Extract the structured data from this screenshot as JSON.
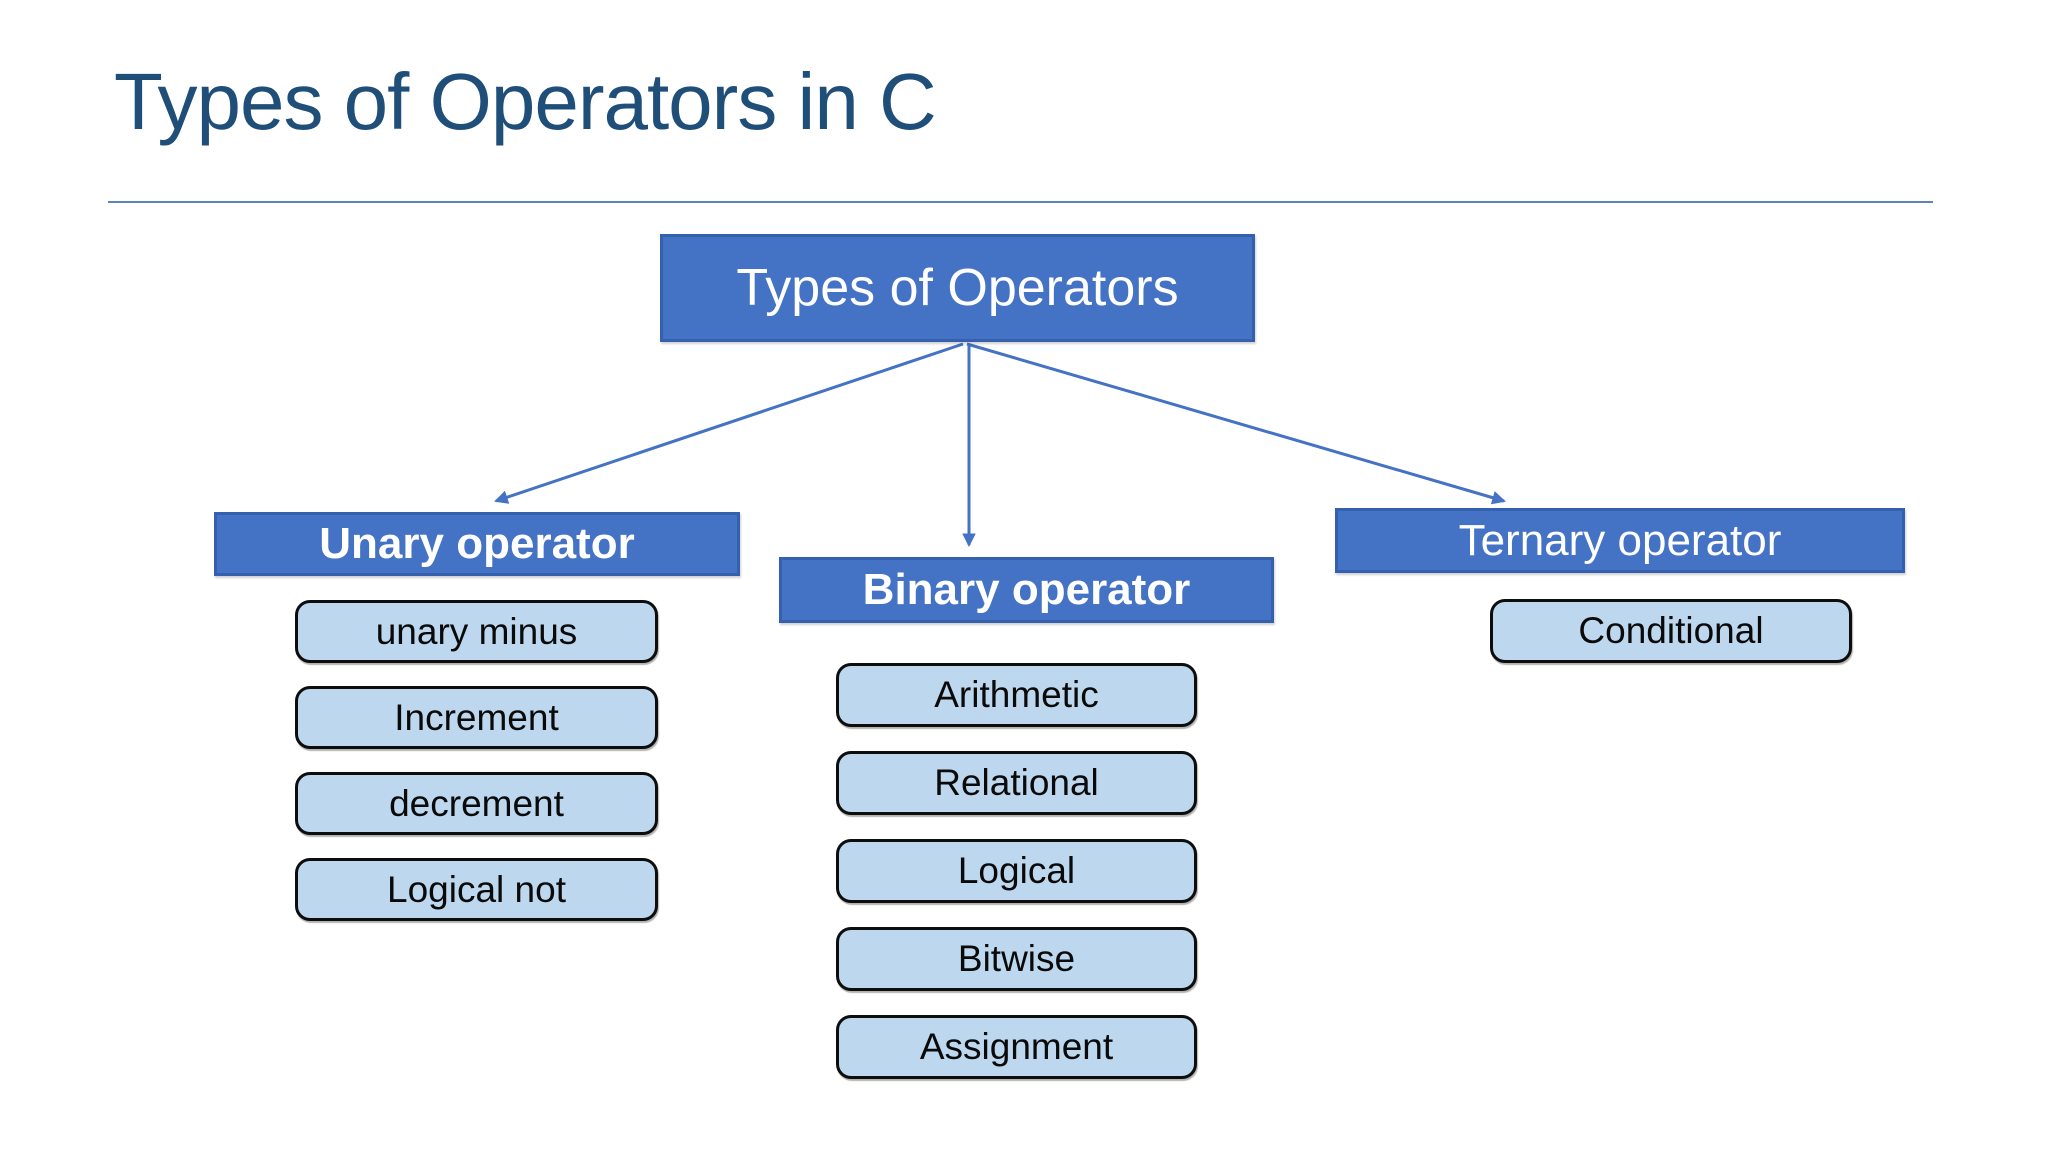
{
  "title": {
    "text": "Types of Operators in C"
  },
  "colors": {
    "title_color": "#1F4E79",
    "divider": "#5B84B8",
    "node_fill": "#4472C4",
    "node_border": "#3560AE",
    "node_text": "#FFFFFF",
    "leaf_fill": "#BDD7EE",
    "leaf_border": "#0D0D0D",
    "leaf_text": "#0A0A0A",
    "connector": "#4472C4"
  },
  "tree": {
    "root": {
      "label": "Types of Operators"
    },
    "branches": [
      {
        "id": "unary",
        "label": "Unary operator",
        "bold": true,
        "children": [
          "unary minus",
          "Increment",
          "decrement",
          "Logical not"
        ]
      },
      {
        "id": "binary",
        "label": "Binary operator",
        "bold": true,
        "children": [
          "Arithmetic",
          "Relational",
          "Logical",
          "Bitwise",
          "Assignment"
        ]
      },
      {
        "id": "ternary",
        "label": "Ternary operator",
        "bold": false,
        "children": [
          "Conditional"
        ]
      }
    ]
  }
}
